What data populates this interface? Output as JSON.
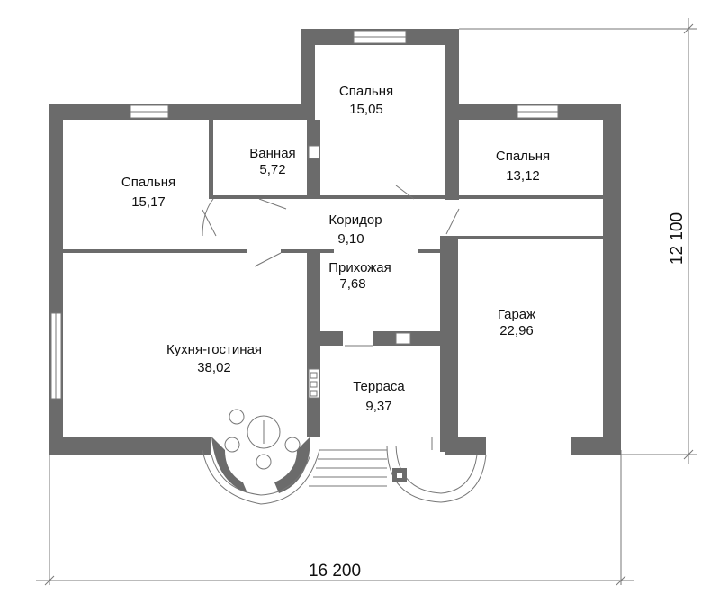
{
  "rooms": [
    {
      "id": "bedroom-left",
      "name": "Спальня",
      "area": "15,17"
    },
    {
      "id": "bathroom",
      "name": "Ванная",
      "area": "5,72"
    },
    {
      "id": "bedroom-center",
      "name": "Спальня",
      "area": "15,05"
    },
    {
      "id": "bedroom-right",
      "name": "Спальня",
      "area": "13,12"
    },
    {
      "id": "corridor",
      "name": "Коридор",
      "area": "9,10"
    },
    {
      "id": "hallway",
      "name": "Прихожая",
      "area": "7,68"
    },
    {
      "id": "garage",
      "name": "Гараж",
      "area": "22,96"
    },
    {
      "id": "kitchen-living",
      "name": "Кухня-гостиная",
      "area": "38,02"
    },
    {
      "id": "terrace",
      "name": "Терраса",
      "area": "9,37"
    }
  ],
  "dimensions": {
    "width": "16 200",
    "height": "12 100"
  }
}
